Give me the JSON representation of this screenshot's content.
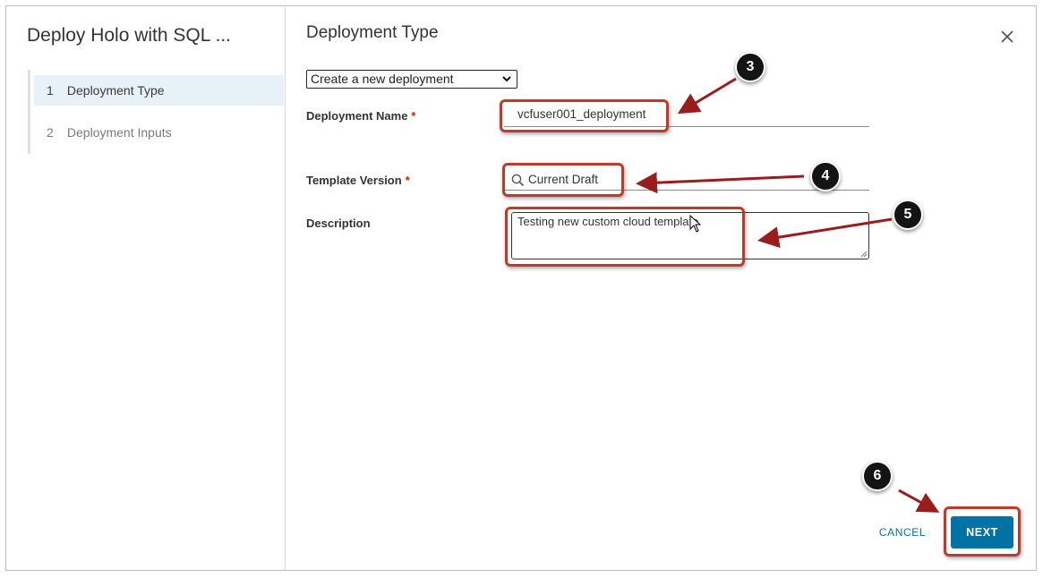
{
  "wizard": {
    "title": "Deploy Holo with SQL ...",
    "steps": [
      {
        "number": "1",
        "label": "Deployment Type",
        "active": true
      },
      {
        "number": "2",
        "label": "Deployment Inputs",
        "active": false
      }
    ]
  },
  "form": {
    "header": "Deployment Type",
    "deployment_mode": {
      "selected": "Create a new deployment"
    },
    "deployment_name": {
      "label": "Deployment Name",
      "required_mark": "*",
      "value": "vcfuser001_deployment"
    },
    "template_version": {
      "label": "Template Version",
      "required_mark": "*",
      "value": "Current Draft"
    },
    "description": {
      "label": "Description",
      "value": "Testing new custom cloud template"
    }
  },
  "footer": {
    "cancel_label": "CANCEL",
    "next_label": "NEXT"
  },
  "annotations": {
    "badges": [
      "3",
      "4",
      "5",
      "6"
    ],
    "highlight_color": "#c0392b"
  },
  "colors": {
    "accent": "#0072a3",
    "active_step_bg": "#e7f2f8",
    "required": "#c92100"
  }
}
